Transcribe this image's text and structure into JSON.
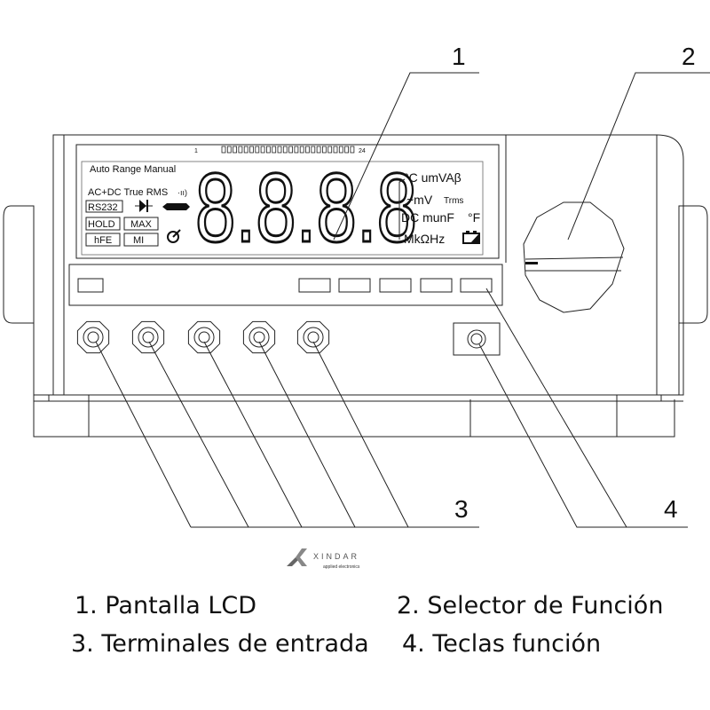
{
  "callouts": [
    "1",
    "2",
    "3",
    "4"
  ],
  "lcd": {
    "bar_start": "1",
    "bar_end": "24",
    "mode_label": "Auto Range Manual",
    "acdc_label": "AC+DC True RMS",
    "rs232": "RS232",
    "hold": "HOLD",
    "max": "MAX",
    "hfe": "hFE",
    "mi": "MI",
    "digits": "8.8.8.8",
    "units": [
      "°C umVAβ",
      "~mV",
      "Trms",
      "DC munF",
      "°F",
      "MkΩHz"
    ]
  },
  "logo": {
    "brand": "XINDAR",
    "tagline": "applied electronics"
  },
  "legend": [
    "1. Pantalla LCD",
    "2. Selector de Función",
    "3. Terminales de entrada",
    "4. Teclas función"
  ]
}
